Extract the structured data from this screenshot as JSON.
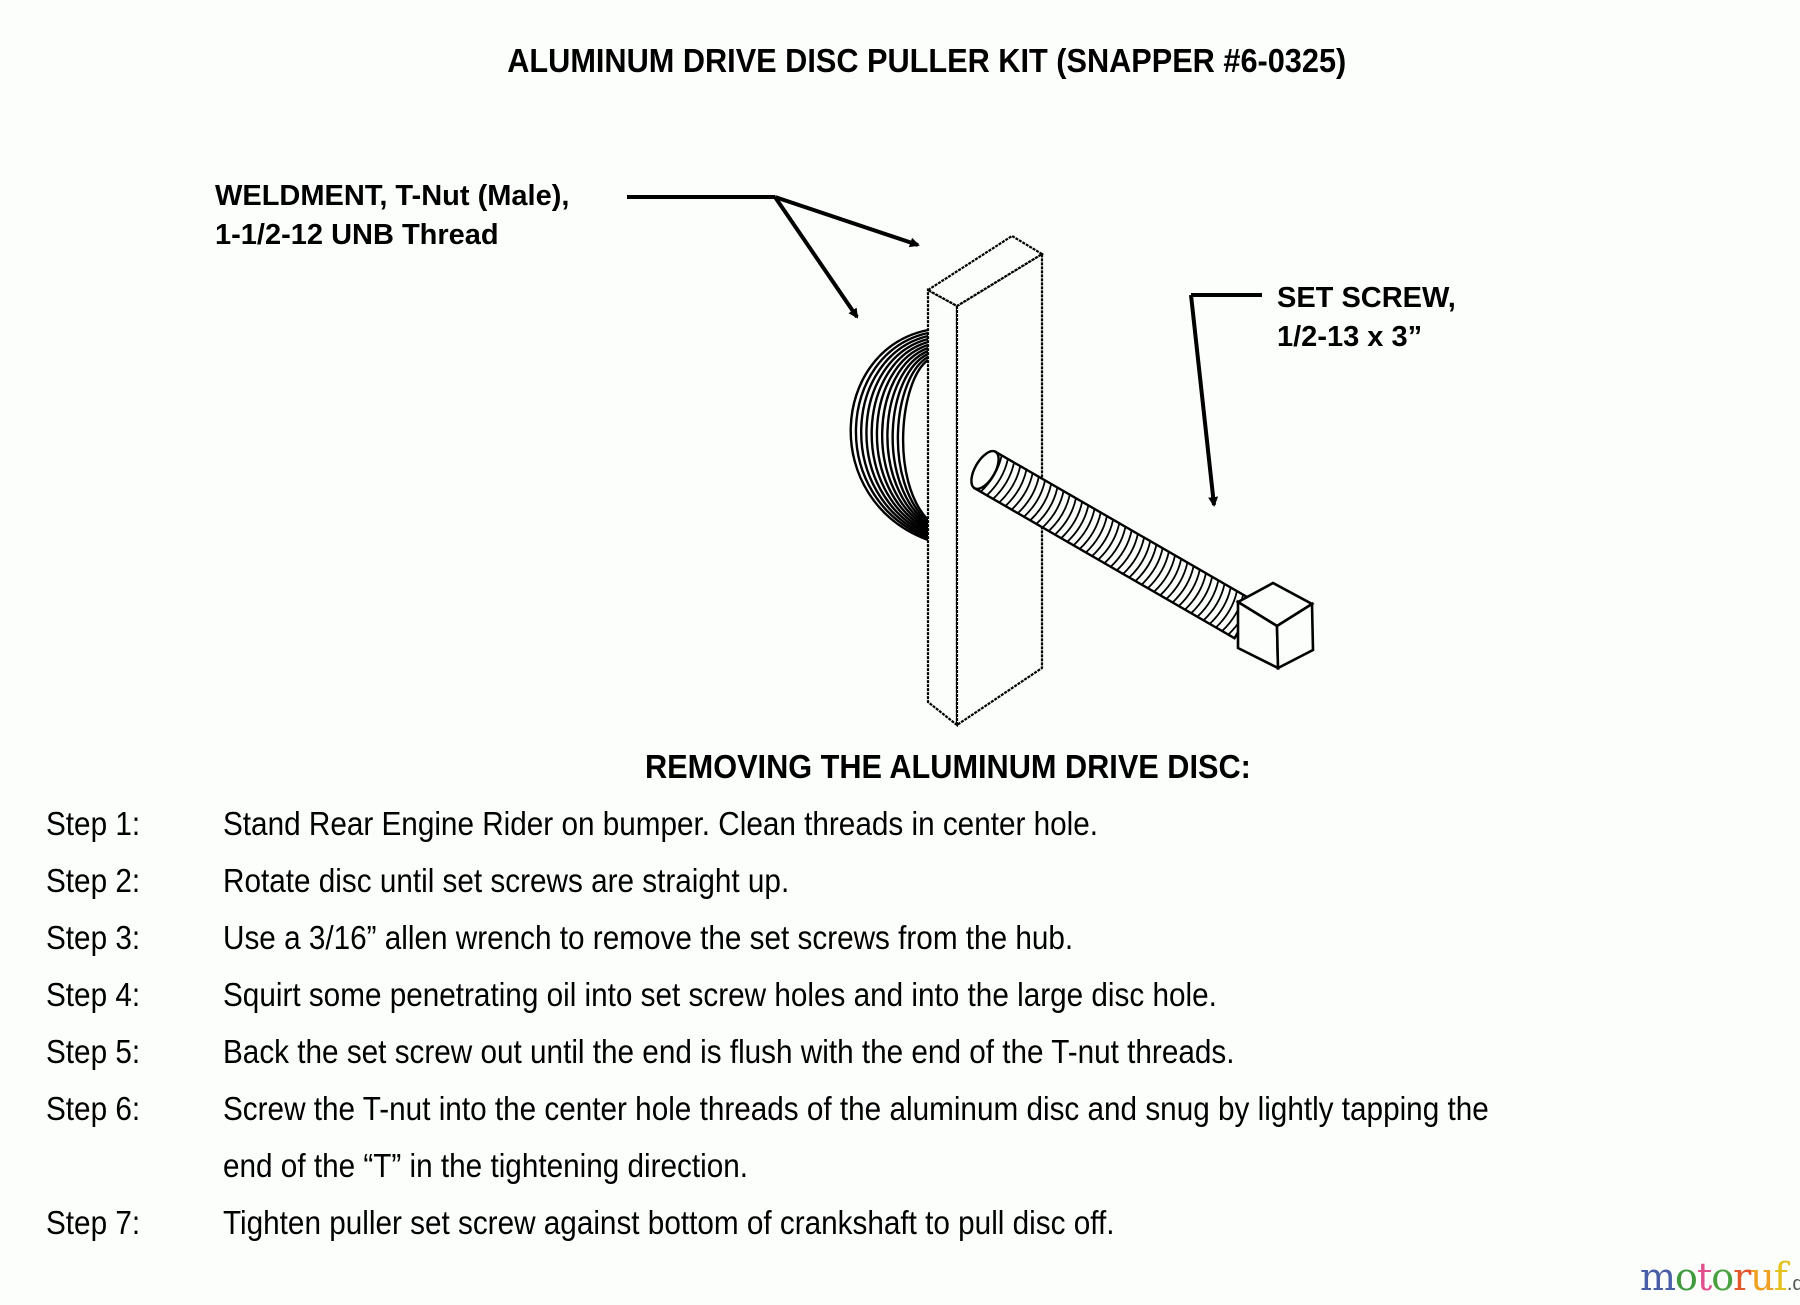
{
  "document": {
    "title": "ALUMINUM DRIVE DISC PULLER KIT (SNAPPER #6-0325)",
    "callouts": {
      "weldment": {
        "line1": "WELDMENT, T-Nut (Male),",
        "line2": "1-1/2-12 UNB Thread"
      },
      "set_screw": {
        "line1": "SET SCREW,",
        "line2": "1/2-13 x 3”"
      }
    },
    "section_heading": "REMOVING THE ALUMINUM DRIVE DISC:",
    "steps": [
      {
        "label": "Step 1:",
        "text": "Stand Rear Engine Rider on bumper. Clean threads in center hole."
      },
      {
        "label": "Step 2:",
        "text": "Rotate disc until set screws are straight up."
      },
      {
        "label": "Step 3:",
        "text": "Use a 3/16” allen wrench to remove the set screws from the hub."
      },
      {
        "label": "Step 4:",
        "text": "Squirt some penetrating oil into set screw holes and into the large disc hole."
      },
      {
        "label": "Step 5:",
        "text": "Back the set screw out until the end is flush with the end of the T-nut threads."
      },
      {
        "label": "Step 6:",
        "text": "Screw the T-nut into the center hole threads of the aluminum disc and snug by lightly tapping the",
        "continuation": "end of the “T” in the tightening direction."
      },
      {
        "label": "Step 7:",
        "text": "Tighten puller set screw against bottom of crankshaft to pull disc off."
      }
    ]
  },
  "watermark": {
    "letters": [
      {
        "char": "m",
        "color": "#4a5ea8"
      },
      {
        "char": "o",
        "color": "#3f9a3c"
      },
      {
        "char": "t",
        "color": "#e0508c"
      },
      {
        "char": "o",
        "color": "#4aa040"
      },
      {
        "char": "r",
        "color": "#e2582a"
      },
      {
        "char": "u",
        "color": "#f0a020"
      },
      {
        "char": "f",
        "color": "#e6c21e"
      }
    ],
    "tld": ".de"
  }
}
